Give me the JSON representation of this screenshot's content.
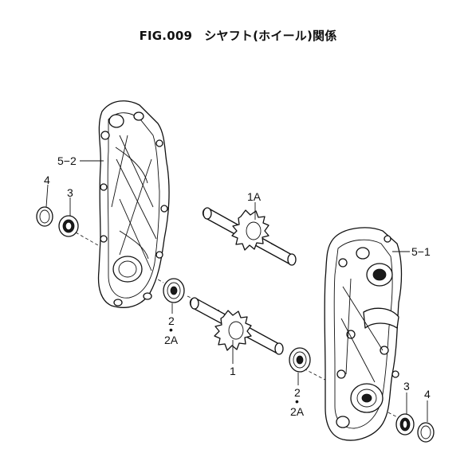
{
  "title": "FIG.009　シヤフト(ホイール)関係",
  "labels": {
    "p5_2": "5−2",
    "p4_left": "4",
    "p3_left": "3",
    "p1A": "1A",
    "p5_1": "5−1",
    "p2_left": "2",
    "p2A_left": "2A",
    "p1": "1",
    "p2_right": "2",
    "p2A_right": "2A",
    "p3_right": "3",
    "p4_right": "4",
    "dot": "•"
  },
  "colors": {
    "line": "#111111",
    "background": "#ffffff"
  }
}
